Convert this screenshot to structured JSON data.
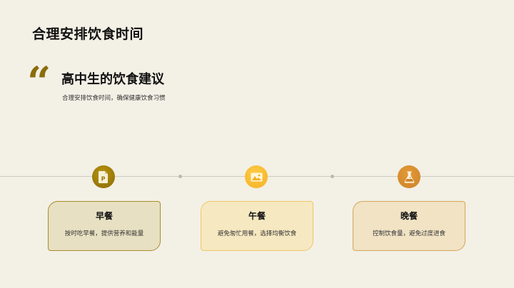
{
  "slide": {
    "title": "合理安排饮食时间",
    "quote": {
      "mark": "“",
      "title": "高中生的饮食建议",
      "subtitle": "合理安排饮食时间，确保健康饮食习惯"
    },
    "timeline": {
      "line_color": "#cfcbc0",
      "dot_color": "#bdb8ab",
      "items": [
        {
          "icon": "document-p-icon",
          "title": "早餐",
          "description": "按时吃早餐，提供营养和能量",
          "node_color": "#9a7a0a",
          "card_bg": "#e8e0c2",
          "card_border": "#a68e2c"
        },
        {
          "icon": "image-icon",
          "title": "午餐",
          "description": "避免匆忙用餐，选择均衡饮食",
          "node_color": "#f7bb33",
          "card_bg": "#f6e8c0",
          "card_border": "#eec96a"
        },
        {
          "icon": "flask-icon",
          "title": "晚餐",
          "description": "控制饮食量，避免过度进食",
          "node_color": "#d98f2e",
          "card_bg": "#f1e3c4",
          "card_border": "#d6a657"
        }
      ]
    }
  }
}
